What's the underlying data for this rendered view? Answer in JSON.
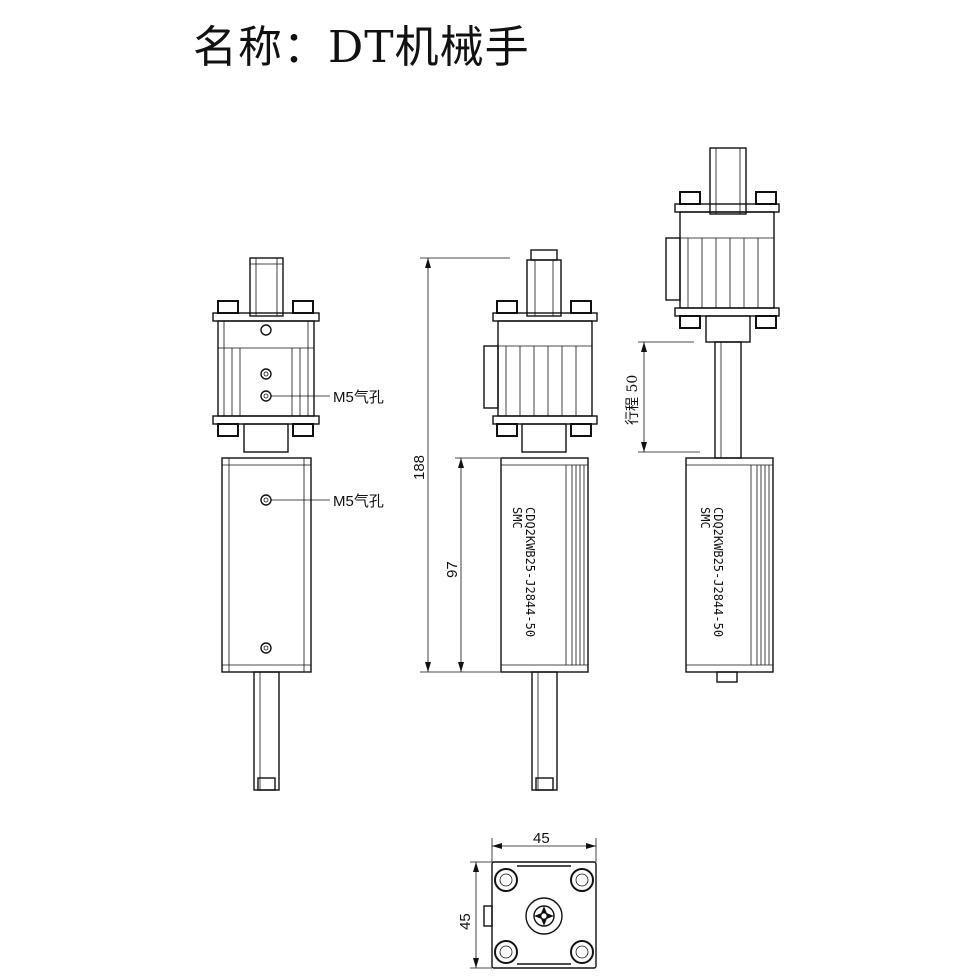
{
  "title": "名称：DT机械手",
  "front_view": {
    "port_label_upper": "M5气孔",
    "port_label_lower": "M5气孔"
  },
  "side_view": {
    "dim_total": "188",
    "dim_cylinder": "97",
    "cylinder_model": "CDQ2KWB25-J2844-50",
    "cylinder_brand": "SMC"
  },
  "extended_view": {
    "stroke_label": "行程 50",
    "cylinder_model": "CDQ2KWB25-J2844-50",
    "cylinder_brand": "SMC"
  },
  "bottom_view": {
    "dim_width": "45",
    "dim_height": "45"
  }
}
